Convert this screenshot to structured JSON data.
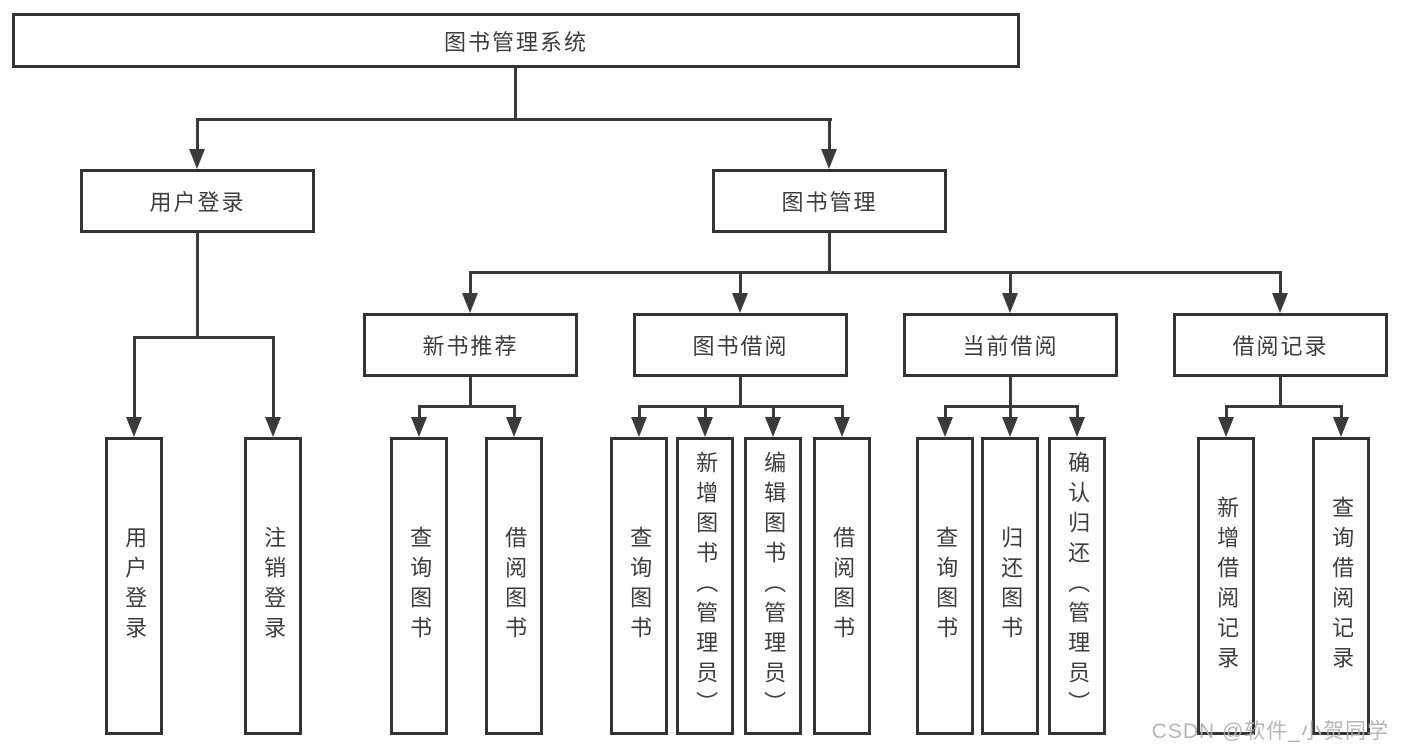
{
  "colors": {
    "line": "#3a3a3a",
    "border": "#333333",
    "text": "#3d3d3d",
    "watermark": "#b0b0b0"
  },
  "tree": {
    "root": {
      "label": "图书管理系统"
    },
    "user_login": {
      "label": "用户登录",
      "children": [
        {
          "label": "用户登录"
        },
        {
          "label": "注销登录"
        }
      ]
    },
    "book_management": {
      "label": "图书管理",
      "children": [
        {
          "label": "新书推荐",
          "children": [
            {
              "label": "查询图书"
            },
            {
              "label": "借阅图书"
            }
          ]
        },
        {
          "label": "图书借阅",
          "children": [
            {
              "label": "查询图书"
            },
            {
              "label": "新增图书（管理员）"
            },
            {
              "label": "编辑图书（管理员）"
            },
            {
              "label": "借阅图书"
            }
          ]
        },
        {
          "label": "当前借阅",
          "children": [
            {
              "label": "查询图书"
            },
            {
              "label": "归还图书"
            },
            {
              "label": "确认归还（管理员）"
            }
          ]
        },
        {
          "label": "借阅记录",
          "children": [
            {
              "label": "新增借阅记录"
            },
            {
              "label": "查询借阅记录"
            }
          ]
        }
      ]
    }
  },
  "watermark": {
    "text": "CSDN @软件_小贺同学"
  }
}
